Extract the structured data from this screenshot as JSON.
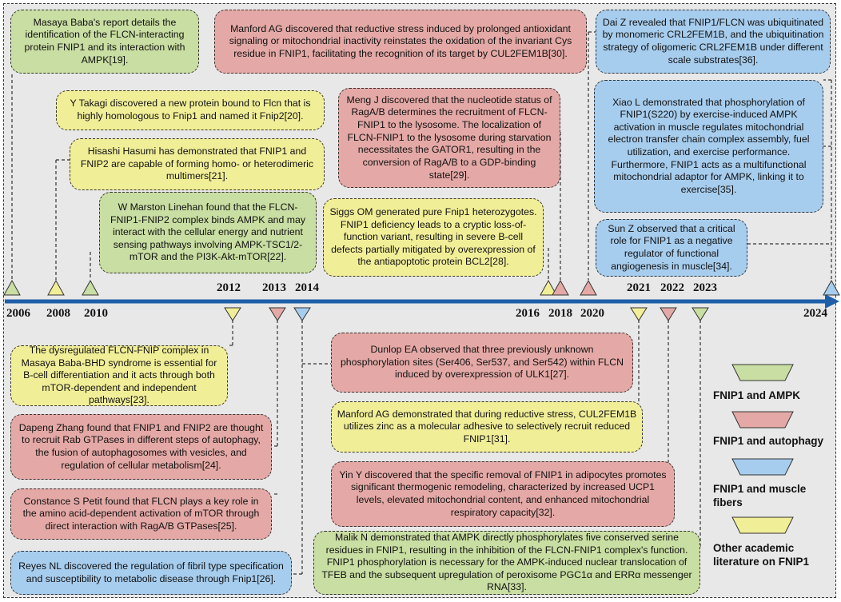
{
  "colors": {
    "ampk": "#c9dea2",
    "autophagy": "#e4a9a6",
    "muscle": "#a7cdee",
    "other": "#f1ee98",
    "timeline": "#1f5fa8"
  },
  "years": [
    "2006",
    "2008",
    "2010",
    "2012",
    "2013",
    "2014",
    "2016",
    "2018",
    "2020",
    "2021",
    "2022",
    "2023",
    "2024"
  ],
  "events": {
    "baba": "Masaya Baba's report details the identification of the FLCN-interacting protein FNIP1 and its interaction with AMPK[19].",
    "manford_cys": "Manford AG discovered that reductive stress induced by prolonged antioxidant signaling or mitochondrial inactivity reinstates the oxidation of the invariant Cys residue in FNIP1, facilitating the recognition of its target by CUL2FEM1B[30].",
    "dai": "Dai Z revealed that FNIP1/FLCN was ubiquitinated by monomeric CRL2FEM1B, and the ubiquitination strategy of oligomeric CRL2FEM1B under different scale substrates[36].",
    "takagi": "Y Takagi discovered a new protein bound to Flcn that is highly homologous to Fnip1 and named it Fnip2[20].",
    "hasumi": "Hisashi Hasumi has demonstrated that FNIP1 and FNIP2 are capable of forming homo- or heterodimeric multimers[21].",
    "meng": "Meng J discovered that the nucleotide status of RagA/B determines the recruitment of FLCN-FNIP1 to the lysosome. The localization of FLCN-FNIP1 to the lysosome during starvation necessitates the GATOR1, resulting in the conversion of RagA/B to a GDP-binding state[29].",
    "xiao": "Xiao L demonstrated that phosphorylation of FNIP1(S220) by exercise-induced AMPK activation in muscle regulates mitochondrial electron transfer chain complex assembly, fuel utilization, and exercise performance. Furthermore, FNIP1 acts as a multifunctional mitochondrial adaptor for AMPK, linking it to exercise[35].",
    "linehan": "W Marston Linehan found that the FLCN-FNIP1-FNIP2 complex binds AMPK and may interact with the cellular energy and nutrient sensing pathways involving AMPK-TSC1/2-mTOR and the PI3K-Akt-mTOR[22].",
    "siggs": "Siggs OM generated pure Fnip1 heterozygotes. FNIP1 deficiency leads to a cryptic loss-of-function variant, resulting in severe B-cell defects partially mitigated by overexpression of the antiapoptotic protein BCL2[28].",
    "sun": "Sun Z observed that a critical role for FNIP1 as a negative regulator of functional angiogenesis in muscle[34].",
    "dysreg": "The dysregulated FLCN-FNIP complex in Masaya Baba-BHD syndrome is essential for B-cell differentiation and it acts through both mTOR-dependent and independent pathways[23].",
    "zhang": "Dapeng Zhang found that FNIP1 and FNIP2 are thought to recruit Rab GTPases in different steps of autophagy, the fusion of autophagosomes with vesicles, and regulation of cellular metabolism[24].",
    "petit": "Constance S Petit found that FLCN plays a key role in the amino acid-dependent activation of mTOR through direct interaction with RagA/B GTPases[25].",
    "reyes": "Reyes NL discovered the regulation of fibril type specification and susceptibility to metabolic disease through Fnip1[26].",
    "dunlop": "Dunlop EA observed that three previously unknown phosphorylation sites (Ser406, Ser537, and Ser542) within FLCN induced by overexpression of ULK1[27].",
    "manford_zinc": "Manford AG demonstrated that during reductive stress, CUL2FEM1B utilizes zinc as a molecular adhesive to selectively recruit reduced FNIP1[31].",
    "yin": "Yin Y discovered that the specific removal of FNIP1 in adipocytes promotes significant thermogenic remodeling, characterized by increased UCP1 levels, elevated mitochondrial content, and enhanced mitochondrial respiratory capacity[32].",
    "malik": "Malik N demonstrated that AMPK directly phosphorylates five conserved serine residues in FNIP1, resulting in the inhibition of the FLCN-FNIP1 complex's function. FNIP1 phosphorylation is necessary for the AMPK-induced nuclear translocation of TFEB and the subsequent upregulation of peroxisome PGC1α and ERRα messenger RNA[33]."
  },
  "legend": [
    {
      "label": "FNIP1 and AMPK",
      "color": "#c9dea2"
    },
    {
      "label": "FNIP1 and autophagy",
      "color": "#e4a9a6"
    },
    {
      "label": "FNIP1 and muscle fibers",
      "color": "#a7cdee"
    },
    {
      "label": "Other academic literature on FNIP1",
      "color": "#f1ee98"
    }
  ]
}
